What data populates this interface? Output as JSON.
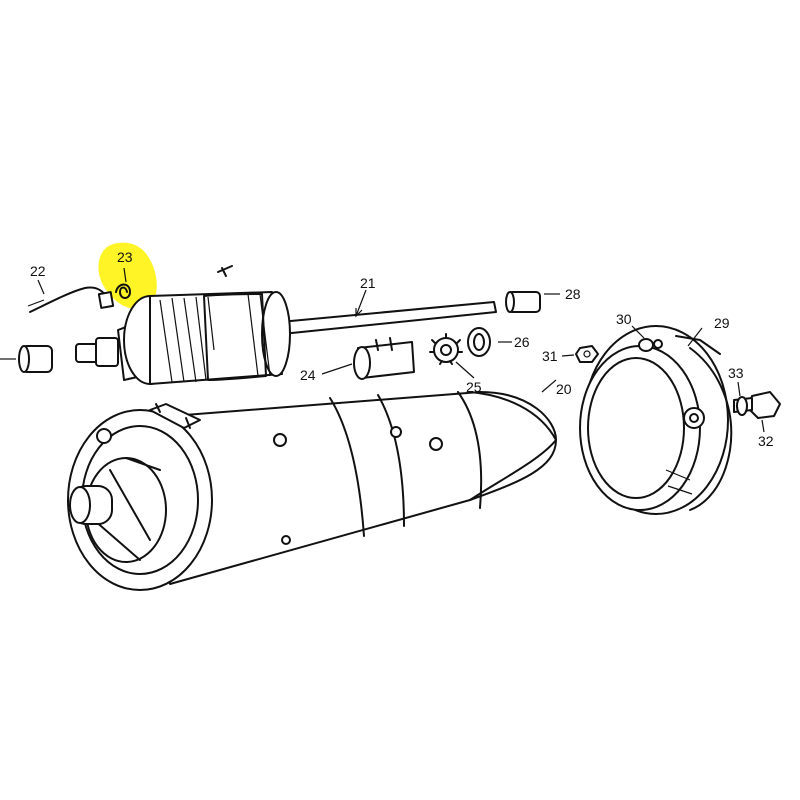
{
  "diagram": {
    "highlight_color": "#fff200",
    "highlighted_part": "23",
    "callouts": [
      {
        "id": "20",
        "label": "20"
      },
      {
        "id": "21",
        "label": "21"
      },
      {
        "id": "22",
        "label": "22"
      },
      {
        "id": "23",
        "label": "23"
      },
      {
        "id": "24",
        "label": "24"
      },
      {
        "id": "25",
        "label": "25"
      },
      {
        "id": "26",
        "label": "26"
      },
      {
        "id": "28",
        "label": "28"
      },
      {
        "id": "29",
        "label": "29"
      },
      {
        "id": "30",
        "label": "30"
      },
      {
        "id": "31",
        "label": "31"
      },
      {
        "id": "32",
        "label": "32"
      },
      {
        "id": "33",
        "label": "33"
      }
    ]
  }
}
